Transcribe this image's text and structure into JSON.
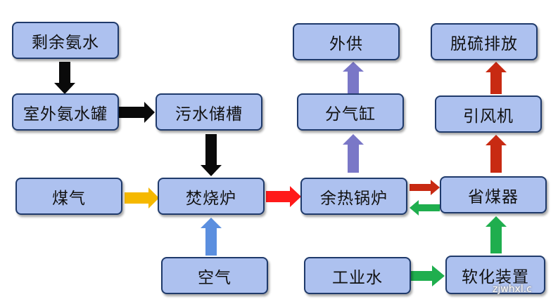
{
  "nodes": {
    "ammonia_water": "剩余氨水",
    "outdoor_tank": "室外氨水罐",
    "sewage_tank": "污水储槽",
    "gas": "煤气",
    "incinerator": "焚烧炉",
    "air": "空气",
    "waste_heat_boiler": "余热锅炉",
    "steam_cylinder": "分气缸",
    "external_supply": "外供",
    "economizer": "省煤器",
    "induced_fan": "引风机",
    "desulfurization": "脱硫排放",
    "industrial_water": "工业水",
    "softening_device": "软化装置"
  },
  "colors": {
    "node_fill": "#adc1ef",
    "node_border": "#1f3a6b",
    "arrow_black": "#0a0a0a",
    "arrow_yellow": "#f5b800",
    "arrow_blue": "#5b8fdf",
    "arrow_red": "#ff1a1a",
    "arrow_purple": "#7a77c7",
    "arrow_darkred": "#c82a12",
    "arrow_green": "#1fae4e"
  },
  "watermark": "zjwhxl.c"
}
